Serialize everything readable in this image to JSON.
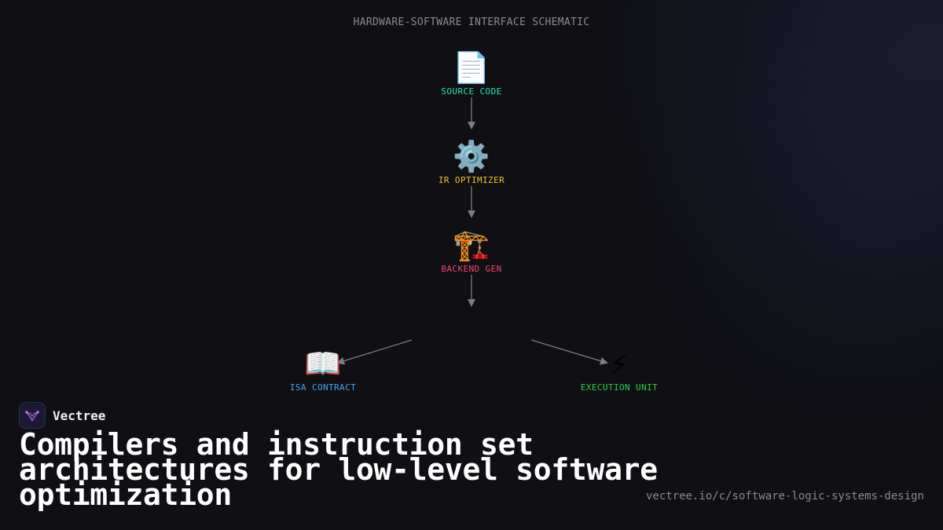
{
  "diagram": {
    "title": "HARDWARE-SOFTWARE INTERFACE SCHEMATIC",
    "nodes": [
      {
        "id": "source",
        "icon": "document-icon",
        "glyph": "📄",
        "label": "SOURCE CODE",
        "color": "#2ee6b0"
      },
      {
        "id": "ir",
        "icon": "gear-icon",
        "glyph": "⚙️",
        "label": "IR OPTIMIZER",
        "color": "#f2c230"
      },
      {
        "id": "backend",
        "icon": "crane-icon",
        "glyph": "🏗️",
        "label": "BACKEND GEN",
        "color": "#f0456e"
      },
      {
        "id": "isa",
        "icon": "open-book-icon",
        "glyph": "📖",
        "label": "ISA CONTRACT",
        "color": "#4d9ff5"
      },
      {
        "id": "exec",
        "icon": "lightning-icon",
        "glyph": "⚡",
        "label": "EXECUTION UNIT",
        "color": "#2ad04a"
      }
    ],
    "edges": [
      {
        "from": "source",
        "to": "ir"
      },
      {
        "from": "ir",
        "to": "backend"
      },
      {
        "from": "backend",
        "to": "isa"
      },
      {
        "from": "backend",
        "to": "exec"
      }
    ],
    "edge_color": "#7c7c84"
  },
  "brand": {
    "name": "Vectree",
    "logo_icon": "vectree-logo-icon",
    "logo_color": "#a24fe0"
  },
  "headline": "Compilers and instruction set architectures for low-level software optimization",
  "url": "vectree.io/c/software-logic-systems-design"
}
